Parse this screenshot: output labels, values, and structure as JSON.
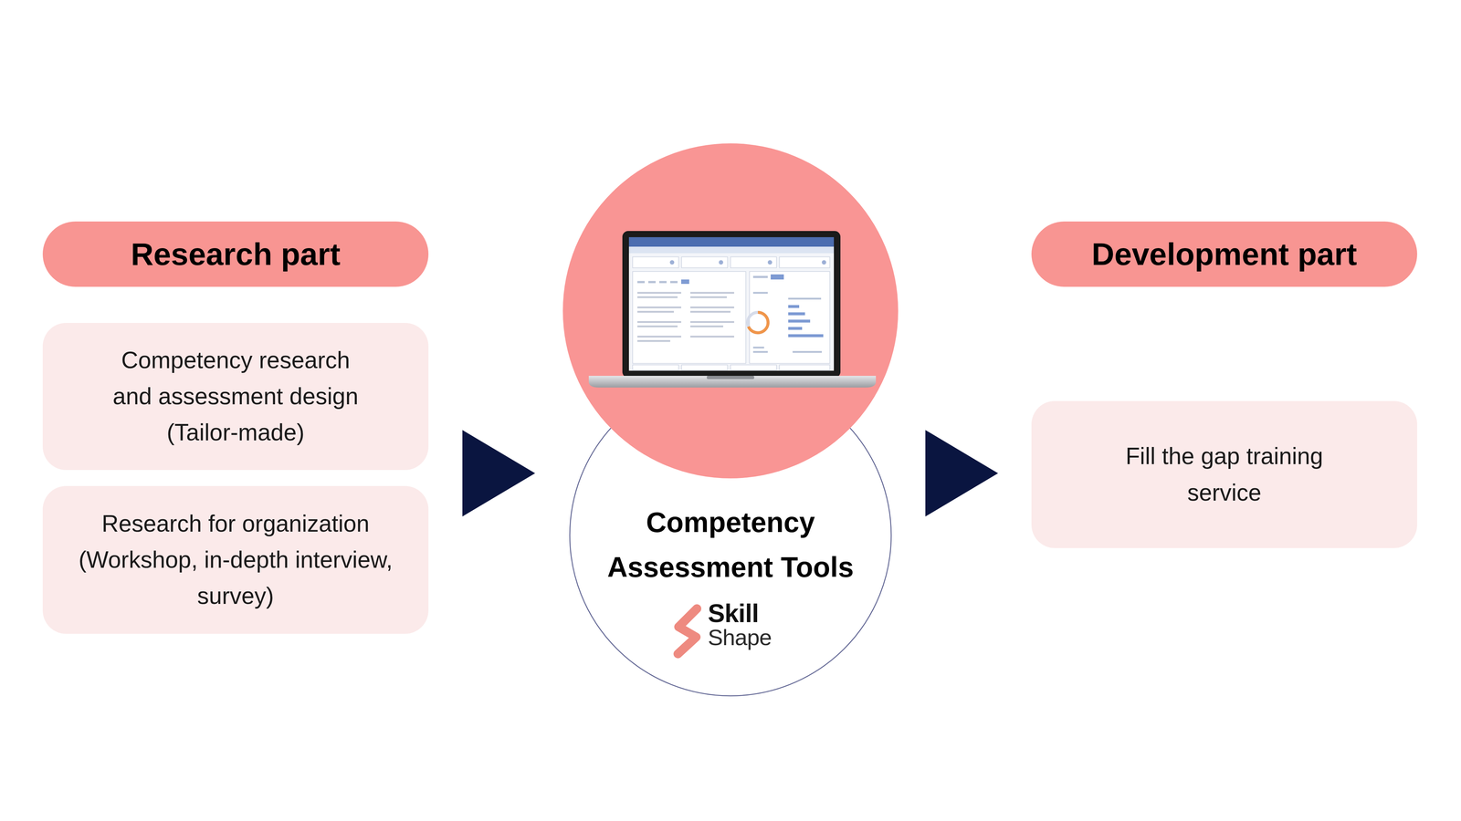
{
  "diagram": {
    "nodes": [
      {
        "text": [
          "Research part"
        ]
      },
      {
        "text": [
          "Competency research and assessment design (Tailor-made)"
        ]
      },
      {
        "text": [
          "Research for organization (Workshop, in-depth interview, survey)"
        ]
      },
      {
        "text": [
          "Competency Assessment Tools"
        ]
      },
      {
        "text": [
          "Development part"
        ]
      },
      {
        "text": [
          "Fill the gap training service"
        ]
      }
    ],
    "edges": [
      {
        "from": 0,
        "to": 3,
        "arrow": "to"
      },
      {
        "from": 3,
        "to": 4,
        "arrow": "to"
      }
    ],
    "labels": [
      "Skill",
      "Shape"
    ]
  }
}
